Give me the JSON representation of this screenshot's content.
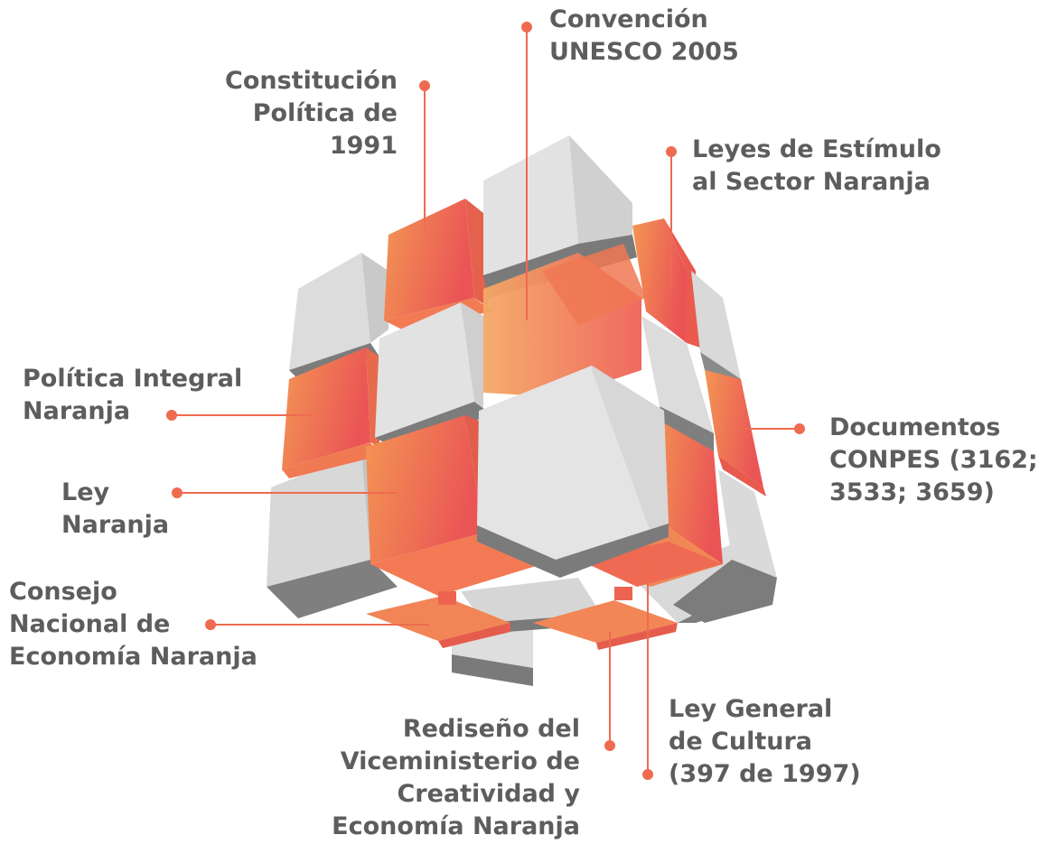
{
  "labels": {
    "constitucion": [
      "Constitución",
      "Política de",
      "1991"
    ],
    "convencion": [
      "Convención",
      "UNESCO 2005"
    ],
    "leyes_estimulo": [
      "Leyes de Estímulo",
      "al Sector Naranja"
    ],
    "politica_integral": [
      "Política Integral",
      "Naranja"
    ],
    "documentos_conpes": [
      "Documentos",
      "CONPES (3162;",
      "3533; 3659)"
    ],
    "ley_naranja": [
      "Ley",
      "Naranja"
    ],
    "consejo": [
      "Consejo",
      "Nacional de",
      "Economía Naranja"
    ],
    "rediseno": [
      "Rediseño del",
      "Viceministerio de",
      "Creatividad y",
      "Economía Naranja"
    ],
    "ley_general": [
      "Ley General",
      "de Cultura",
      "(397 de 1997)"
    ]
  },
  "colors": {
    "orange_light": "#f39654",
    "orange_dark": "#ea5455",
    "gray_light": "#e6e6e6",
    "gray_mid": "#cfcfcf",
    "gray_dark": "#7f7f7f",
    "text": "#5d5d5d",
    "connector": "#ee6b50"
  }
}
